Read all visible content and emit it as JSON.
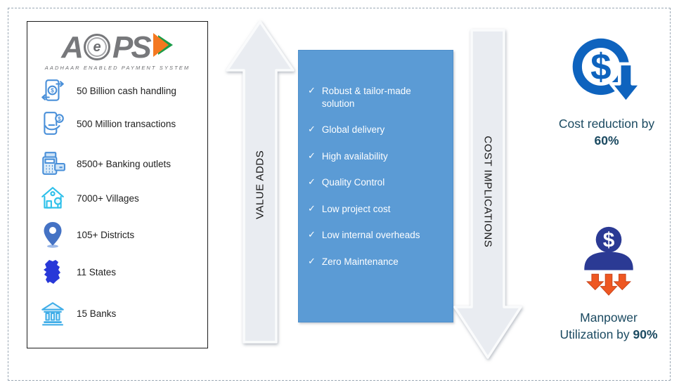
{
  "logo": {
    "letter_a": "A",
    "letter_e": "e",
    "letters_ps": "PS",
    "tagline": "AADHAAR ENABLED PAYMENT SYSTEM"
  },
  "stats": {
    "items": [
      {
        "icon": "phone-cash-icon",
        "label": "50 Billion cash handling"
      },
      {
        "icon": "hand-coin-icon",
        "label": "500 Million transactions"
      },
      {
        "icon": "pos-terminal-icon",
        "label": "8500+ Banking outlets"
      },
      {
        "icon": "village-house-icon",
        "label": "7000+ Villages"
      },
      {
        "icon": "location-pin-icon",
        "label": "105+ Districts"
      },
      {
        "icon": "state-map-icon",
        "label": "11 States"
      },
      {
        "icon": "bank-icon",
        "label": "15 Banks"
      }
    ]
  },
  "value_adds": {
    "arrow_label": "VALUE ADDS",
    "check_glyph": "✓",
    "items": [
      "Robust & tailor-made solution",
      "Global delivery",
      "High availability",
      "Quality Control",
      "Low project cost",
      "Low internal overheads",
      "Zero Maintenance"
    ]
  },
  "cost_implications": {
    "arrow_label": "COST IMPLICATIONS"
  },
  "benefits": {
    "cost_reduction": {
      "prefix": "Cost reduction by ",
      "value": "60%"
    },
    "manpower": {
      "line1": "Manpower",
      "prefix": "Utilization by ",
      "value": "90%"
    },
    "dollar_glyph": "$"
  },
  "colors": {
    "box_blue": "#5b9bd5",
    "arrow_gray": "#e9ecf1",
    "icon_blue": "#4a90d9",
    "pin_blue": "#4472c4",
    "map_blue": "#2838d8",
    "bank_cyan": "#41aee8",
    "house_cyan": "#2ec0ea",
    "benefit_blue": "#0e63be",
    "person_navy": "#2b3a94",
    "arrow_orange": "#ee5722",
    "label_teal": "#1b4a61",
    "logo_gray": "#77787b",
    "logo_orange": "#f47820",
    "logo_green": "#1a9c49"
  }
}
